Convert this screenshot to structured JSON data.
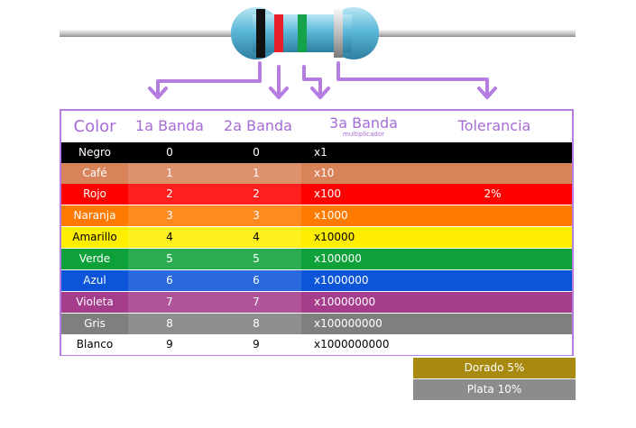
{
  "headers": {
    "color": "Color",
    "band1": "1a Banda",
    "band2": "2a Banda",
    "band3": "3a Banda",
    "band3_sub": "multiplicador",
    "tolerance": "Tolerancia"
  },
  "rows": [
    {
      "name": "Negro",
      "b1": "0",
      "b2": "0",
      "mul": "x1",
      "tol": "",
      "color": "#000000",
      "text": "#ffffff"
    },
    {
      "name": "Café",
      "b1": "1",
      "b2": "1",
      "mul": "x10",
      "tol": "",
      "color": "#d9835a",
      "text": "#ffffff"
    },
    {
      "name": "Rojo",
      "b1": "2",
      "b2": "2",
      "mul": "x100",
      "tol": "2%",
      "color": "#ff0000",
      "text": "#ffffff"
    },
    {
      "name": "Naranja",
      "b1": "3",
      "b2": "3",
      "mul": "x1000",
      "tol": "",
      "color": "#ff7a00",
      "text": "#ffffff"
    },
    {
      "name": "Amarillo",
      "b1": "4",
      "b2": "4",
      "mul": "x10000",
      "tol": "",
      "color": "#ffee00",
      "text": "#000000"
    },
    {
      "name": "Verde",
      "b1": "5",
      "b2": "5",
      "mul": "x100000",
      "tol": "",
      "color": "#0ea13a",
      "text": "#ffffff"
    },
    {
      "name": "Azul",
      "b1": "6",
      "b2": "6",
      "mul": "x1000000",
      "tol": "",
      "color": "#0c55d9",
      "text": "#ffffff"
    },
    {
      "name": "Violeta",
      "b1": "7",
      "b2": "7",
      "mul": "x10000000",
      "tol": "",
      "color": "#a63d8c",
      "text": "#ffffff"
    },
    {
      "name": "Gris",
      "b1": "8",
      "b2": "8",
      "mul": "x100000000",
      "tol": "",
      "color": "#7f7f7f",
      "text": "#ffffff"
    },
    {
      "name": "Blanco",
      "b1": "9",
      "b2": "9",
      "mul": "x1000000000",
      "tol": "",
      "color": "#ffffff",
      "text": "#000000"
    }
  ],
  "extra_tolerances": [
    {
      "label": "Dorado 5%",
      "color": "#a88a10"
    },
    {
      "label": "Plata 10%",
      "color": "#8c8c8c"
    }
  ],
  "colors": {
    "accent": "#b57de0",
    "resistor_body": "#5bb8d8"
  }
}
